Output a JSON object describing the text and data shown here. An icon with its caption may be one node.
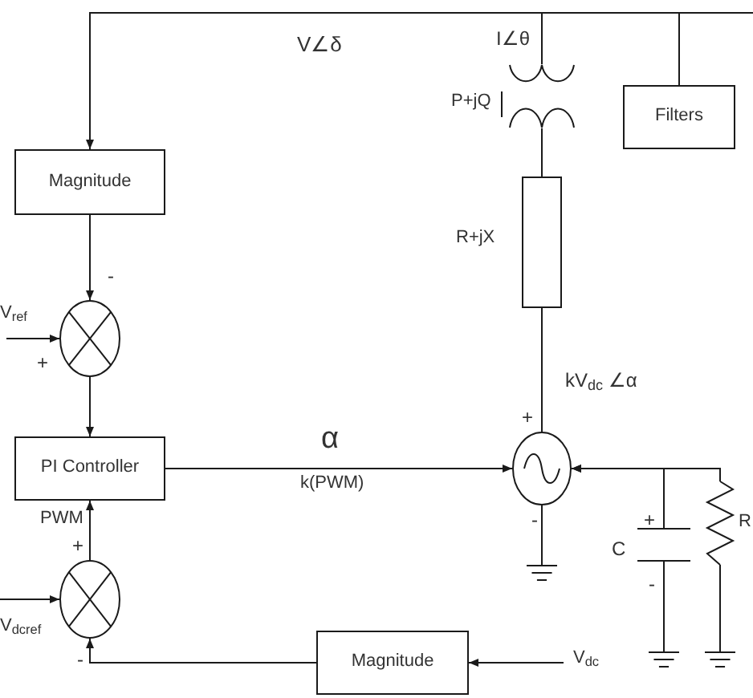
{
  "diagram": {
    "nodes": [
      {
        "text": [
          "Magnitude"
        ]
      },
      {
        "text": [],
        "shape": "circle",
        "beside": [
          "-",
          "+"
        ]
      },
      {
        "text": [
          "PI Controller"
        ]
      },
      {
        "text": [],
        "shape": "circle",
        "beside": [
          "+",
          "-"
        ]
      },
      {
        "text": [
          "Magnitude"
        ]
      },
      {
        "text": [
          "Filters"
        ]
      },
      {
        "text": [],
        "shape": "transformer",
        "beside": [
          "I∠θ",
          "P+jQ"
        ]
      },
      {
        "text": [],
        "shape": "box",
        "beside": [
          "R+jX"
        ]
      },
      {
        "text": [],
        "shape": "source",
        "beside": [
          "+",
          "-",
          "kV$_{dc}$ ∠α"
        ]
      },
      {
        "text": [],
        "shape": "ground"
      },
      {
        "text": [],
        "shape": "capacitor",
        "beside": [
          "C",
          "+",
          "-"
        ]
      },
      {
        "text": [],
        "shape": "ground"
      },
      {
        "text": [],
        "shape": "resistor",
        "beside": [
          "R"
        ]
      },
      {
        "text": [],
        "shape": "ground"
      }
    ],
    "edges": [
      {
        "from": 6,
        "to": 0,
        "arrow": "to",
        "label": "V∠δ"
      },
      {
        "from": 6,
        "to": 5,
        "arrow": "none"
      },
      {
        "from": 6,
        "to": null,
        "arrow": "none"
      },
      {
        "from": 0,
        "to": 1,
        "arrow": "to"
      },
      {
        "from": null,
        "to": 1,
        "arrow": "to",
        "label": "V$_{ref}$"
      },
      {
        "from": 1,
        "to": 2,
        "arrow": "to"
      },
      {
        "from": 2,
        "to": 8,
        "arrow": "to",
        "label": "α"
      },
      {
        "from": null,
        "to": 3,
        "arrow": "to",
        "label": "V$_{dcref}$"
      },
      {
        "from": 3,
        "to": 2,
        "arrow": "to",
        "label": "PWM"
      },
      {
        "from": 4,
        "to": 3,
        "arrow": "to"
      },
      {
        "from": null,
        "to": 4,
        "arrow": "to",
        "label": "V$_{dc}$"
      },
      {
        "from": 6,
        "to": 7,
        "arrow": "none"
      },
      {
        "from": 7,
        "to": 8,
        "arrow": "none"
      },
      {
        "from": 8,
        "to": 9,
        "arrow": "none"
      },
      {
        "from": 10,
        "to": 8,
        "arrow": "to"
      },
      {
        "from": 12,
        "to": 8,
        "arrow": "to"
      },
      {
        "from": 10,
        "to": 11,
        "arrow": "none"
      },
      {
        "from": 12,
        "to": 13,
        "arrow": "none"
      }
    ],
    "labels": [
      "k(PWM)"
    ]
  }
}
